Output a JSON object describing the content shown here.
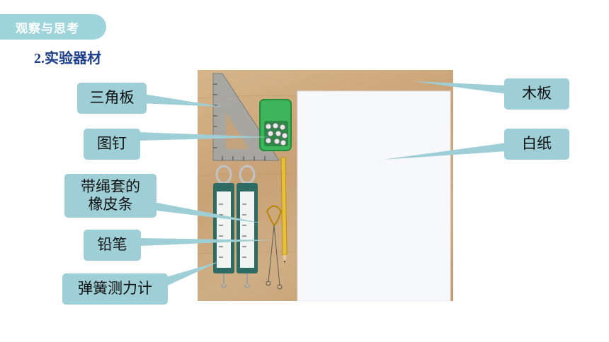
{
  "section_tag": "观察与思考",
  "heading": "2.实验器材",
  "labels": {
    "triangle_ruler": "三角板",
    "thumbtack": "图钉",
    "rubber_band_line1": "带绳套的",
    "rubber_band_line2": "橡皮条",
    "pencil": "铅笔",
    "spring_scale": "弹簧测力计",
    "wood_board": "木板",
    "white_paper": "白纸"
  },
  "colors": {
    "tag_bg": "#9ed4dc",
    "callout_bg": "#9ecfd7",
    "heading": "#1d3f8a",
    "thumbtack_box": "#3db55a",
    "spring_scale_body": "#2d6b63",
    "pencil": "#e8c13a",
    "board": "#cfae84",
    "paper": "#f7f8fc"
  }
}
